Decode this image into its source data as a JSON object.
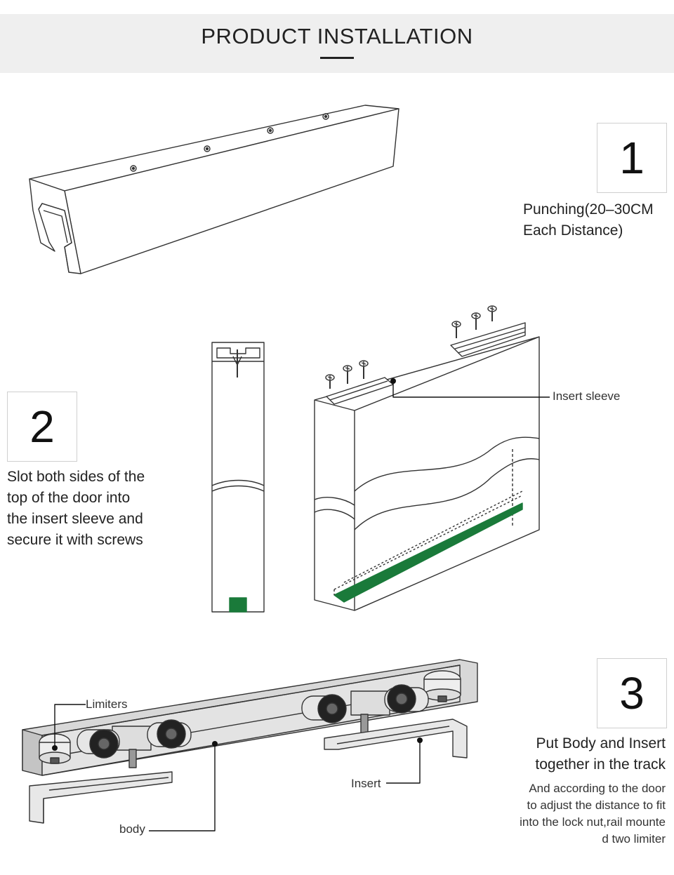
{
  "header": {
    "title": "PRODUCT INSTALLATION"
  },
  "step1": {
    "number": "1",
    "lines": [
      "Punching(20–30CM",
      "Each Distance)"
    ]
  },
  "step2": {
    "number": "2",
    "lines": [
      "Slot both sides of the",
      "top of the door into",
      "the insert sleeve and",
      "secure it with screws"
    ],
    "callout_insert_sleeve": "Insert sleeve"
  },
  "step3": {
    "number": "3",
    "lines": [
      "Put Body and Insert",
      "together in the track"
    ],
    "note_lines": [
      "And according to the door",
      "to adjust the distance to fit",
      "into the lock nut,rail mounte",
      "d two limiter"
    ],
    "callout_limiters": "Limiters",
    "callout_insert": "Insert",
    "callout_body": "body"
  },
  "colors": {
    "accent_green": "#1a7a3a",
    "header_bg": "#efefef",
    "metal_grey": "#d8d8d8"
  }
}
